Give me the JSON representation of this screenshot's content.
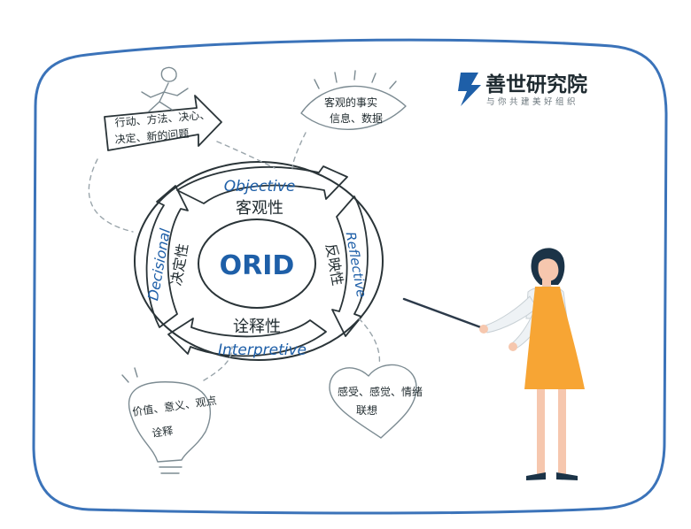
{
  "brand": {
    "name": "善世研究院",
    "slogan": "与你共建美好组织",
    "color": "#1e5fa8"
  },
  "diagram": {
    "center": "ORID",
    "sections": [
      {
        "en": "Objective",
        "zh": "客观性"
      },
      {
        "en": "Reflective",
        "zh": "反映性"
      },
      {
        "en": "Interpretive",
        "zh": "诠释性"
      },
      {
        "en": "Decisional",
        "zh": "决定性"
      }
    ]
  },
  "notes": {
    "action": [
      "行动、方法、决心、",
      "决定、新的问题"
    ],
    "eye": [
      "客观的事实",
      "信息、数据"
    ],
    "heart": [
      "感受、感觉、情绪",
      "联想"
    ],
    "bulb": [
      "价值、意义、观点",
      "诠释"
    ]
  },
  "colors": {
    "accent_blue": "#1e5fa8",
    "frame_blue": "#3b73b9",
    "dress_orange": "#f7a534"
  }
}
